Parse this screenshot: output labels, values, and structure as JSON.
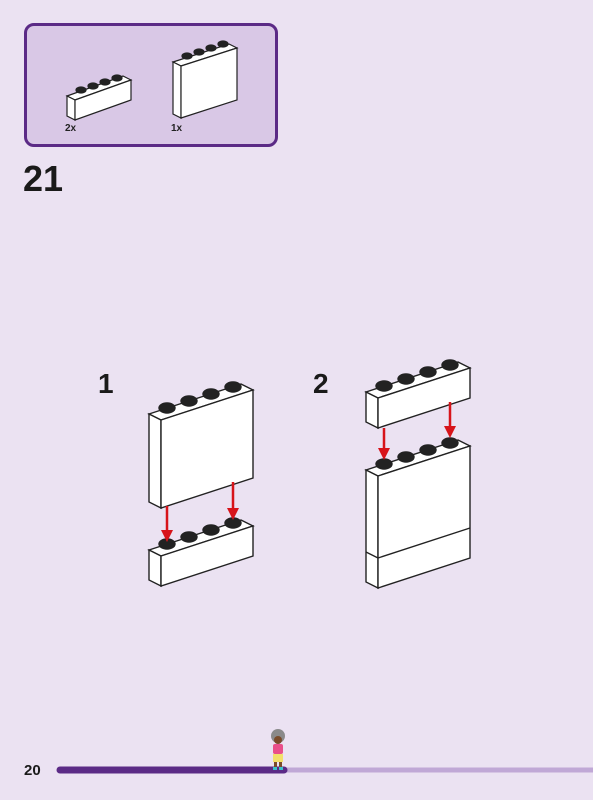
{
  "parts_list": {
    "items": [
      {
        "name": "brick-1x4",
        "quantity": "2x"
      },
      {
        "name": "brick-1x4x3",
        "quantity": "1x"
      }
    ]
  },
  "step": {
    "number": "21",
    "substeps": [
      {
        "label": "1"
      },
      {
        "label": "2"
      }
    ]
  },
  "footer": {
    "page_number": "20",
    "progress": 0.42
  },
  "colors": {
    "background": "#ebe2f2",
    "parts_box_fill": "#d9c8e6",
    "parts_box_border": "#5b2a86",
    "progress_done": "#5b2a86",
    "progress_remaining": "#c0a8d6",
    "arrow": "#d7141a"
  }
}
